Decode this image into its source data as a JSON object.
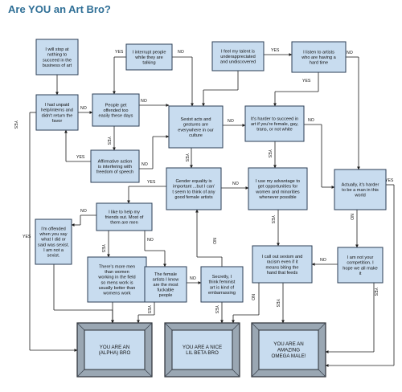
{
  "title": "Are YOU an Art Bro?",
  "nodes": {
    "n1": [
      "I will stop at",
      "nothing to",
      "succeed in the",
      "business of art"
    ],
    "n2": [
      "I had unpaid",
      "help/interns and",
      "didn't return the",
      "favor"
    ],
    "n3": [
      "I interrupt people",
      "while they are",
      "talking"
    ],
    "n4": [
      "People get",
      "offended too",
      "easily these days"
    ],
    "n5": [
      "Affirmative action",
      "is interfering with",
      "freedom of speech"
    ],
    "n6": [
      "Sexist acts and",
      "gestures are",
      "everywhere in our",
      "culture"
    ],
    "n7": [
      "I feel my talent is",
      "underappreciated",
      "and undiscovered"
    ],
    "n8": [
      "I listen to artists",
      "who are having a",
      "hard time"
    ],
    "n9": [
      "It's harder to succeed in",
      "art if you're female, gay,",
      "trans, or not white"
    ],
    "n10": [
      "Gender equality is",
      "important ...but I can'",
      "t seem to think of any",
      "good female artists"
    ],
    "n11": [
      "I use my advantage to",
      "get opportunities for",
      "women and minorities",
      "whenever possible"
    ],
    "n12": [
      "Actually, it's harder",
      "to be a man in this",
      "world"
    ],
    "n13": [
      "I like to help my",
      "friends out. Most of",
      "them are men"
    ],
    "n14": [
      "I'm offended",
      "when you say",
      "what I did or",
      "said was sexist.",
      "I am not a",
      "sexist."
    ],
    "n15": [
      "There's more men",
      "than women",
      "working in the field",
      "so mens work is",
      "usually better than",
      "womens work"
    ],
    "n16": [
      "The female",
      "artists I know",
      "are the most",
      "fuckable",
      "people"
    ],
    "n17": [
      "Secretly, I",
      "think feminist",
      "art is kind of",
      "embarrassing"
    ],
    "n18": [
      "I call out sexism and",
      "racism even if it",
      "means biting the",
      "hand that feeds"
    ],
    "n19": [
      "I am not your",
      "competition. I",
      "hope we all make",
      "it"
    ]
  },
  "results": {
    "r1": [
      "YOU ARE AN",
      "(ALPHA) BRO"
    ],
    "r2": [
      "YOU ARE A NICE",
      "LIL BETA BRO"
    ],
    "r3": [
      "YOU ARE AN",
      "AMAZING",
      "OMEGA MALE!"
    ]
  },
  "edge_labels": {
    "yes": "YES",
    "no": "NO"
  }
}
